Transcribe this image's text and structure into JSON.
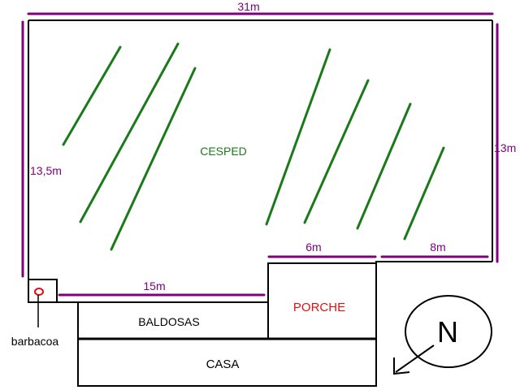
{
  "colors": {
    "outline": "#000000",
    "dimension": "#800080",
    "grass": "#1a7a1a",
    "porch_text": "#e01010",
    "bbq_mark": "#e01010",
    "text": "#000000"
  },
  "dimensions": {
    "top": "31m",
    "left": "13,5m",
    "right": "13m",
    "porch_width": "6m",
    "right_segment": "8m",
    "bottom_left": "15m"
  },
  "areas": {
    "lawn": "CESPED",
    "porch": "PORCHE",
    "tiles": "BALDOSAS",
    "house": "CASA",
    "barbecue": "barbacoa"
  },
  "compass": {
    "north_label": "N",
    "arrow_icon": "arrow-southwest-icon"
  }
}
